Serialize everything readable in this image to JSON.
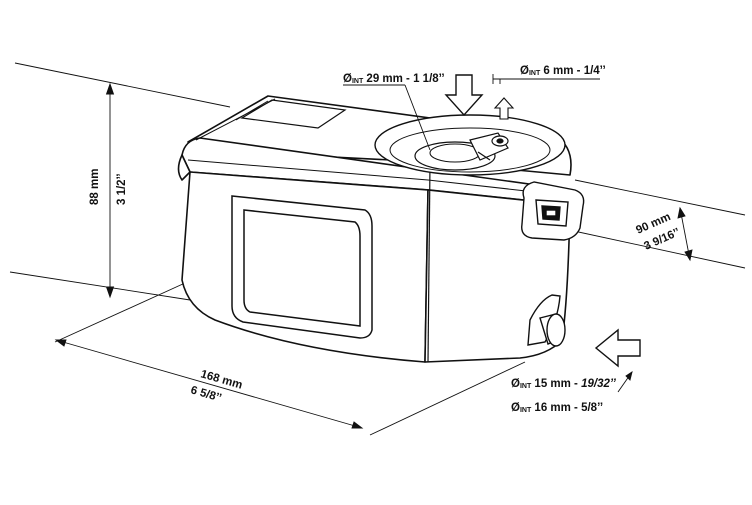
{
  "colors": {
    "ink": "#111111",
    "paper": "#ffffff"
  },
  "annotations": {
    "inlet_top": {
      "prefix": "Ø",
      "sub": "INT",
      "text": " 29 mm - 1 1/8’’"
    },
    "outlet_top": {
      "prefix": "Ø",
      "sub": "INT",
      "text": " 6 mm - 1/4’’"
    },
    "side_inlet_a": {
      "prefix": "Ø",
      "sub": "INT",
      "text": " 15 mm - ",
      "italic": "19/32’’"
    },
    "side_inlet_b": {
      "prefix": "Ø",
      "sub": "INT",
      "text": " 16 mm - 5/8’’"
    }
  },
  "dimensions": {
    "height_metric": "88 mm",
    "height_imperial": "3 1/2’’",
    "length_metric": "168 mm",
    "length_imperial": "6 5/8’’",
    "depth_metric": "90 mm",
    "depth_imperial": "3 9/16’’"
  },
  "icons": [
    "flow-down-arrow-icon",
    "flow-up-arrow-icon",
    "flow-left-arrow-icon"
  ]
}
